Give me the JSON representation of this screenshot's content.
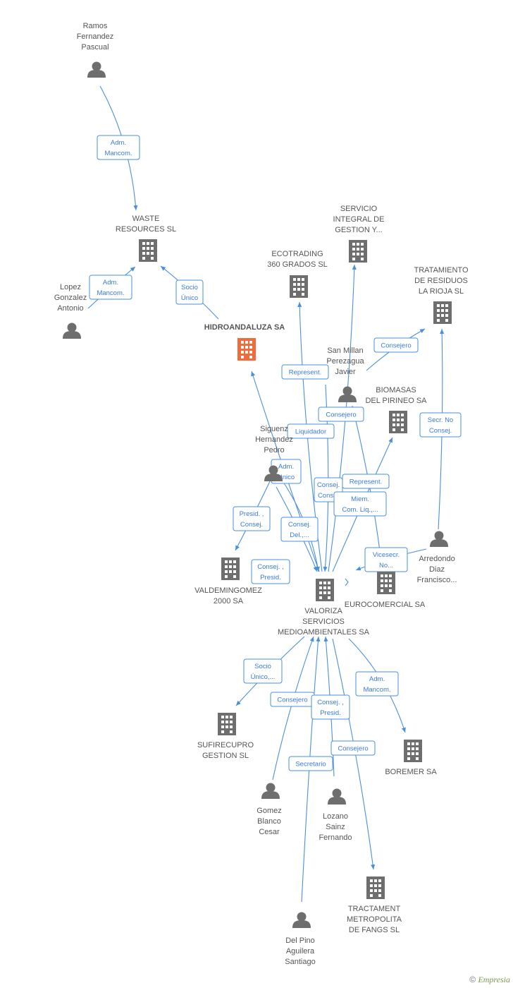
{
  "colors": {
    "edge": "#4a90d9",
    "node_gray": "#6e6e6e",
    "node_highlight": "#f26b3a",
    "label": "#555555"
  },
  "nodes": [
    {
      "id": "ramos",
      "type": "person",
      "lines": [
        "Ramos",
        "Fernandez",
        "Pascual"
      ]
    },
    {
      "id": "waste",
      "type": "company",
      "lines": [
        "WASTE",
        "RESOURCES SL"
      ]
    },
    {
      "id": "lopez",
      "type": "person",
      "lines": [
        "Lopez",
        "Gonzalez",
        "Antonio"
      ]
    },
    {
      "id": "hidro",
      "type": "company",
      "main": true,
      "lines": [
        "HIDROANDALUZA SA"
      ]
    },
    {
      "id": "servicio",
      "type": "company",
      "lines": [
        "SERVICIO",
        "INTEGRAL DE",
        "GESTION Y..."
      ]
    },
    {
      "id": "ecotrading",
      "type": "company",
      "lines": [
        "ECOTRADING",
        "360 GRADOS SL"
      ]
    },
    {
      "id": "tratamiento",
      "type": "company",
      "lines": [
        "TRATAMIENTO",
        "DE RESIDUOS",
        "LA RIOJA SL"
      ]
    },
    {
      "id": "sanmillan",
      "type": "person",
      "lines": [
        "San Millan",
        "Perezagua",
        "Javier"
      ]
    },
    {
      "id": "biomasas",
      "type": "company",
      "lines": [
        "BIOMASAS",
        "DEL PIRINEO SA"
      ]
    },
    {
      "id": "siguenza",
      "type": "person",
      "lines": [
        "Siguenz",
        "Hernandez",
        "Pedro"
      ]
    },
    {
      "id": "arredondo",
      "type": "person",
      "lines": [
        "Arredondo",
        "Diaz",
        "Francisco..."
      ]
    },
    {
      "id": "valdemingomez",
      "type": "company",
      "lines": [
        "VALDEMINGOMEZ",
        "2000 SA"
      ]
    },
    {
      "id": "valoriza",
      "type": "company",
      "lines": [
        "VALORIZA",
        "SERVICIOS",
        "MEDIOAMBIENTALES SA"
      ]
    },
    {
      "id": "eurocomercial",
      "type": "company",
      "lines": [
        "EUROCOMERCIAL SA"
      ]
    },
    {
      "id": "sufirecupro",
      "type": "company",
      "lines": [
        "SUFIRECUPRO",
        "GESTION SL"
      ]
    },
    {
      "id": "boremer",
      "type": "company",
      "lines": [
        "BOREMER SA"
      ]
    },
    {
      "id": "gomez",
      "type": "person",
      "lines": [
        "Gomez",
        "Blanco",
        "Cesar"
      ]
    },
    {
      "id": "lozano",
      "type": "person",
      "lines": [
        "Lozano",
        "Sainz",
        "Fernando"
      ]
    },
    {
      "id": "tractament",
      "type": "company",
      "lines": [
        "TRACTAMENT",
        "METROPOLITA",
        "DE FANGS SL"
      ]
    },
    {
      "id": "delpino",
      "type": "person",
      "lines": [
        "Del Pino",
        "Aguilera",
        "Santiago"
      ]
    }
  ],
  "edges": [
    {
      "id": "e1",
      "lines": [
        "Adm.",
        "Mancom."
      ]
    },
    {
      "id": "e2",
      "lines": [
        "Adm.",
        "Mancom."
      ]
    },
    {
      "id": "e3",
      "lines": [
        "Socio",
        "Único"
      ]
    },
    {
      "id": "e4",
      "lines": [
        "Represent."
      ]
    },
    {
      "id": "e5",
      "lines": [
        "Consejero"
      ]
    },
    {
      "id": "e6",
      "lines": [
        "Consejero"
      ]
    },
    {
      "id": "e7",
      "lines": [
        "Liquidador"
      ]
    },
    {
      "id": "e8",
      "lines": [
        "Secr.  No",
        "Consej."
      ]
    },
    {
      "id": "e9",
      "lines": [
        "Adm.",
        "Unico"
      ]
    },
    {
      "id": "e10",
      "lines": [
        "Consej.",
        "Cons..."
      ]
    },
    {
      "id": "e11",
      "lines": [
        "Represent."
      ]
    },
    {
      "id": "e12",
      "lines": [
        "Miem.",
        "Com. Liq.,..."
      ]
    },
    {
      "id": "e13",
      "lines": [
        "Presid. ,",
        "Consej."
      ]
    },
    {
      "id": "e14",
      "lines": [
        "Consej.",
        "Del.,..."
      ]
    },
    {
      "id": "e15",
      "lines": [
        "Vicesecr.",
        "No..."
      ]
    },
    {
      "id": "e16",
      "lines": [
        "Consej. ,",
        "Presid."
      ]
    },
    {
      "id": "e17",
      "lines": [
        "Socio",
        "Único,..."
      ]
    },
    {
      "id": "e18",
      "lines": [
        "Consejero"
      ]
    },
    {
      "id": "e19",
      "lines": [
        "Consej. ,",
        "Presid."
      ]
    },
    {
      "id": "e20",
      "lines": [
        "Adm.",
        "Mancom."
      ]
    },
    {
      "id": "e21",
      "lines": [
        "Consejero"
      ]
    },
    {
      "id": "e22",
      "lines": [
        "Secretario"
      ]
    }
  ],
  "footer": {
    "copyright": "©",
    "brand": "Empresia"
  }
}
